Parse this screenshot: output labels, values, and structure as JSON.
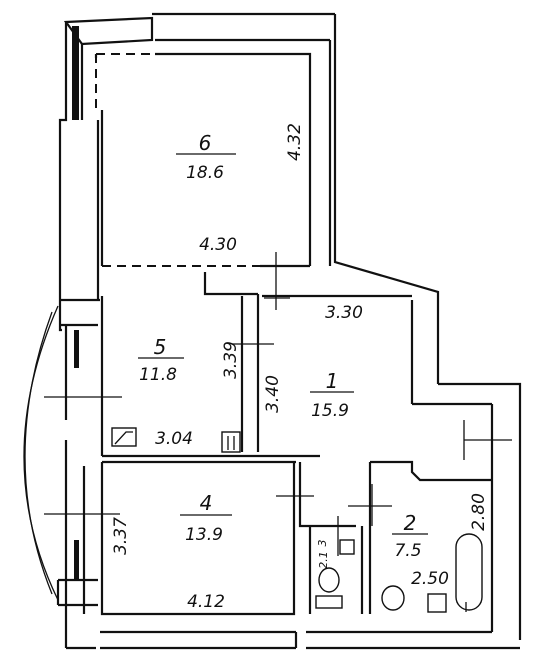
{
  "rooms": [
    {
      "number": "6",
      "area": "18.6"
    },
    {
      "number": "5",
      "area": "11.8"
    },
    {
      "number": "1",
      "area": "15.9"
    },
    {
      "number": "4",
      "area": "13.9"
    },
    {
      "number": "2",
      "area": "7.5"
    },
    {
      "number": "3",
      "area": "2.1"
    }
  ],
  "dimensions": {
    "room6_width": "4.30",
    "room6_length": "4.32",
    "room5_length": "3.39",
    "room5_width": "3.04",
    "room1_width": "3.30",
    "room1_length": "3.40",
    "room4_length": "3.37",
    "room4_width": "4.12",
    "room2_length": "2.80",
    "room2_width": "2.50"
  }
}
